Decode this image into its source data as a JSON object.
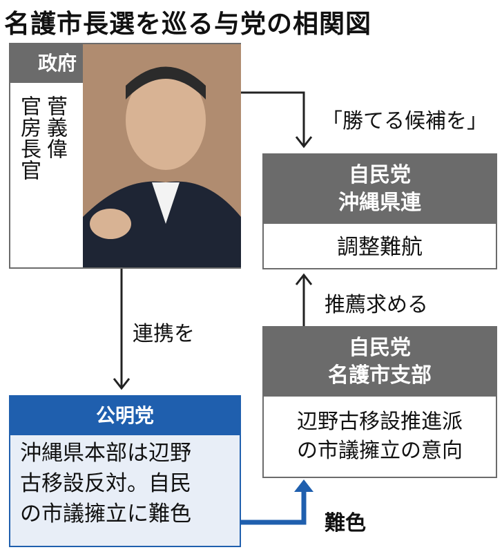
{
  "title": "名護市長選を巡る与党の相関図",
  "government": {
    "header": "政府",
    "name": "菅義偉",
    "role": "官房長官"
  },
  "ldp_okinawa": {
    "header_line1": "自民党",
    "header_line2": "沖縄県連",
    "status": "調整難航"
  },
  "ldp_nago": {
    "header_line1": "自民党",
    "header_line2": "名護市支部",
    "body_line1": "辺野古移設推進派",
    "body_line2": "の市議擁立の意向"
  },
  "komeito": {
    "header": "公明党",
    "body_line1": "沖縄県本部は辺野",
    "body_line2": "古移設反対。自民",
    "body_line3": "の市議擁立に難色"
  },
  "arrows": {
    "gov_to_ldp": "「勝てる候補を」",
    "gov_to_komei": "連携を",
    "nago_to_okinawa": "推薦求める",
    "komei_to_nago": "難色"
  },
  "colors": {
    "header_gray": "#6b6b6b",
    "komeito_blue": "#1f5fae",
    "komeito_bg": "#e8eef7"
  }
}
